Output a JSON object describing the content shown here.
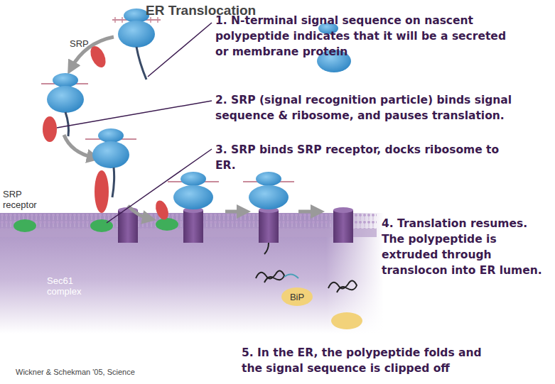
{
  "diagram": {
    "title": "ER Translocation",
    "nodes": [
      {
        "text": [
          "BiP"
        ]
      }
    ],
    "labels": [
      "1. N-terminal signal sequence on nascent polypeptide indicates that it will be a secreted or membrane protein",
      "2. SRP (signal recognition particle) binds signal sequence & ribosome, and pauses translation.",
      "3. SRP binds SRP receptor, docks ribosome to ER.",
      "4. Translation resumes. The polypeptide is extruded through translocon into ER lumen.",
      "5. In the ER, the polypeptide folds and the signal sequence is clipped off",
      "SRP",
      "SRP receptor",
      "Sec61 complex",
      "Wickner & Schekman '05, Science"
    ]
  }
}
